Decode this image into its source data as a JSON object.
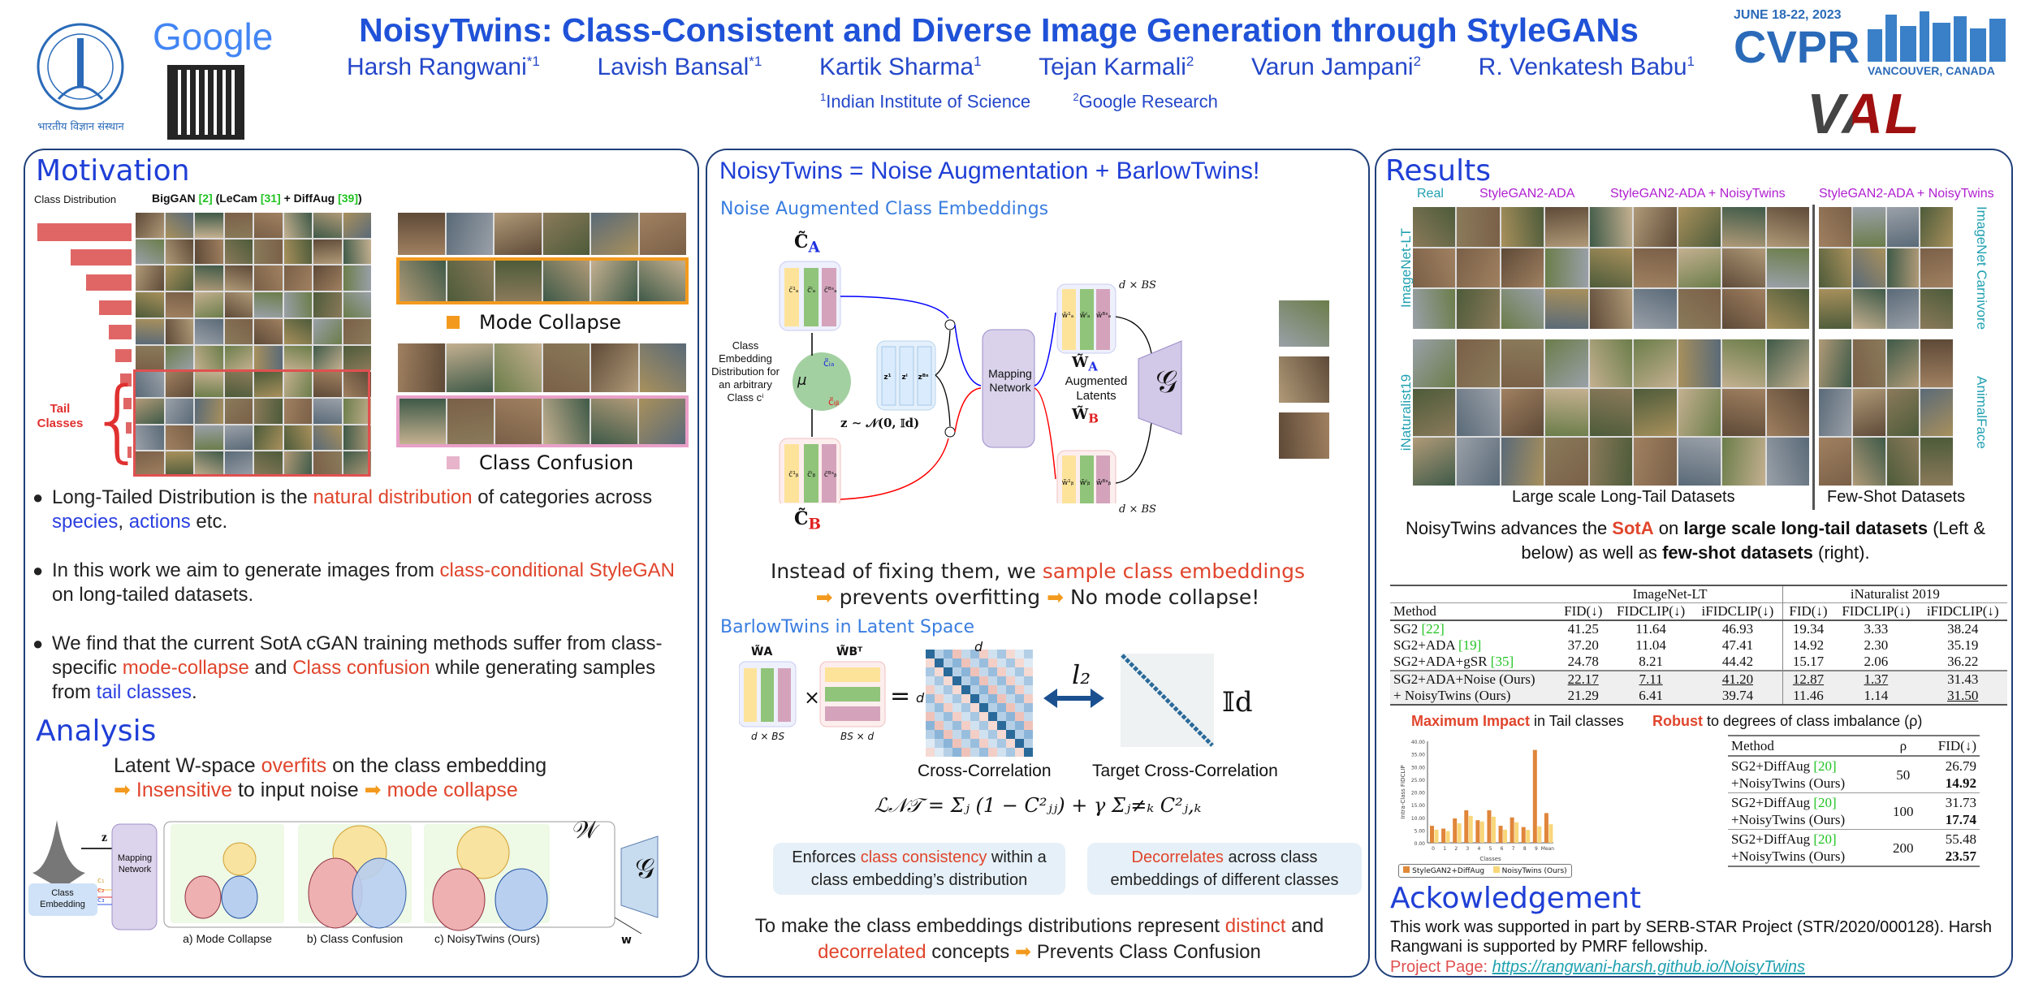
{
  "header": {
    "title": "NoisyTwins: Class-Consistent and Diverse Image Generation through StyleGANs",
    "authors": [
      {
        "name": "Harsh Rangwani",
        "sup": "*1"
      },
      {
        "name": "Lavish Bansal",
        "sup": "*1"
      },
      {
        "name": "Kartik Sharma",
        "sup": "1"
      },
      {
        "name": "Tejan Karmali",
        "sup": "2"
      },
      {
        "name": "Varun Jampani",
        "sup": "2"
      },
      {
        "name": "R. Venkatesh Babu",
        "sup": "1"
      }
    ],
    "affiliations": [
      {
        "sup": "1",
        "name": "Indian Institute of Science"
      },
      {
        "sup": "2",
        "name": "Google Research"
      }
    ],
    "logos": {
      "google": "Google",
      "iisc": "भारतीय विज्ञान संस्थान",
      "cvpr_dates": "JUNE 18-22, 2023",
      "cvpr": "CVPR",
      "cvpr_location": "VANCOUVER, CANADA",
      "val": "VAL"
    }
  },
  "motivation": {
    "heading": "Motivation",
    "class_distribution_label": "Class Distribution",
    "grid_caption": {
      "a": "BigGAN ",
      "c1": "[2]",
      "b": " (LeCam ",
      "c2": "[31]",
      "c": " + DiffAug ",
      "c3": "[39]",
      "d": ")"
    },
    "tail_classes": "Tail Classes",
    "mode_collapse": "Mode Collapse",
    "class_confusion": "Class Confusion",
    "bullets": [
      {
        "p1": "Long-Tailed Distribution is the ",
        "r1": "natural distribution",
        "p2": " of categories across ",
        "b1": "species",
        "p3": ", ",
        "b2": "actions",
        "p4": " etc."
      },
      {
        "p1": "In this work we aim to generate images from ",
        "r1": "class-conditional StyleGAN",
        "p2": " on long-tailed datasets."
      },
      {
        "p1": "We find that the current SotA cGAN training methods suffer from class-specific ",
        "r1": "mode-collapse",
        "p2": " and ",
        "r2": "Class confusion",
        "p3": " while generating samples from ",
        "b1": "tail classes",
        "p4": "."
      }
    ]
  },
  "analysis": {
    "heading": "Analysis",
    "line1": {
      "a": "Latent W-space ",
      "r": "overfits",
      "b": " on the class embedding"
    },
    "line2": {
      "r1": "Insensitive",
      "a": " to input noise ",
      "r2": "mode collapse"
    },
    "diagram": {
      "z": "z",
      "mapping": "Mapping Network",
      "class_embedding": "Class Embedding",
      "c1": "c₁",
      "c2": "c₂",
      "c3": "c₃",
      "w_space": "𝒲",
      "w": "w",
      "g": "𝒢",
      "captions": [
        "a) Mode Collapse",
        "b) Class Confusion",
        "c) NoisyTwins (Ours)"
      ]
    }
  },
  "method": {
    "heading": "NoisyTwins = Noise Augmentation + BarlowTwins!",
    "noise_sub": "Noise Augmented Class Embeddings",
    "diagram": {
      "ca": "C̃",
      "ca_sub": "A",
      "cb": "C̃",
      "cb_sub": "B",
      "dist_label": "Class Embedding Distribution for an arbitrary Class cⁱ",
      "mu": "μ",
      "ca_pt": "c̃ᵢₐ",
      "cb_pt": "c̃ᵢᵦ",
      "ca_cols": [
        "c̃¹ₐ",
        "c̃ⁱₐ",
        "c̃ᴮˢₐ"
      ],
      "cb_cols": [
        "c̃¹ᵦ",
        "c̃ⁱᵦ",
        "c̃ᴮˢᵦ"
      ],
      "z_cols": [
        "z¹",
        "zⁱ",
        "zᴮˢ"
      ],
      "z_dist": "z ∼ 𝒩(0, 𝕀d)",
      "mapping": "Mapping Network",
      "wa": "W̃",
      "wa_sub": "A",
      "wb": "W̃",
      "wb_sub": "B",
      "aug_latents": "Augmented Latents",
      "dxbs": "d × BS",
      "wa_cols": [
        "w̃¹ₐ",
        "w̃ⁱₐ",
        "w̃ᴮˢₐ"
      ],
      "wb_cols": [
        "w̃¹ᵦ",
        "w̃ⁱᵦ",
        "w̃ᴮˢᵦ"
      ],
      "g": "𝒢"
    },
    "line1": {
      "a": "Instead of fixing them, we ",
      "r": "sample class embeddings"
    },
    "line2": {
      "a": "prevents overfitting ",
      "b": "No mode collapse!"
    },
    "barlow_sub": "BarlowTwins in Latent Space",
    "barlow": {
      "wa": "W̃A",
      "wbT": "W̃Bᵀ",
      "times": "×",
      "eq": "=",
      "d": "d",
      "dxbs": "d × BS",
      "bsxd": "BS × d",
      "l2": "l₂",
      "identity": "𝕀d",
      "cross_corr": "Cross-Correlation",
      "target": "Target Cross-Correlation"
    },
    "loss": "ℒ𝒩𝒯 = Σⱼ (1 − C²ⱼⱼ) + γ Σⱼ≠ₖ C²ⱼ,ₖ",
    "box1": {
      "a": "Enforces ",
      "r": "class consistency",
      "b": " within a class embedding’s distribution"
    },
    "box2": {
      "r": "Decorrelates",
      "b": " across class embeddings of different classes"
    },
    "bottom": {
      "a": "To make the class embeddings distributions represent ",
      "r1": "distinct",
      "b": " and ",
      "r2": "decorrelated",
      "c": " concepts ",
      "d": "Prevents Class Confusion"
    }
  },
  "results": {
    "heading": "Results",
    "col_labels": [
      "Real",
      "StyleGAN2-ADA",
      "StyleGAN2-ADA + NoisyTwins",
      "StyleGAN2-ADA + NoisyTwins"
    ],
    "row_labels": [
      "ImageNet-LT",
      "iNaturalist19"
    ],
    "right_labels": [
      "ImageNet Carnivore",
      "AnimalFace"
    ],
    "large_caption": "Large scale Long-Tail Datasets",
    "fewshot_caption": "Few-Shot Datasets",
    "summary": {
      "a": "NoisyTwins advances the ",
      "r": "SotA",
      "b": " on ",
      "bold1": "large scale long-tail datasets",
      "c": " (Left & below) as well as ",
      "bold2": "few-shot datasets",
      "d": " (right)."
    },
    "table": {
      "groups": [
        "ImageNet-LT",
        "iNaturalist 2019"
      ],
      "columns": [
        "Method",
        "FID(↓)",
        "FIDCLIP(↓)",
        "iFIDCLIP(↓)",
        "FID(↓)",
        "FIDCLIP(↓)",
        "iFIDCLIP(↓)"
      ],
      "rows": [
        {
          "method": "SG2 ",
          "cite": "[22]",
          "values": [
            "41.25",
            "11.64",
            "46.93",
            "19.34",
            "3.33",
            "38.24"
          ]
        },
        {
          "method": "SG2+ADA ",
          "cite": "[19]",
          "values": [
            "37.20",
            "11.04",
            "47.41",
            "14.92",
            "2.30",
            "35.19"
          ]
        },
        {
          "method": "SG2+ADA+gSR ",
          "cite": "[35]",
          "values": [
            "24.78",
            "8.21",
            "44.42",
            "15.17",
            "2.06",
            "36.22"
          ]
        },
        {
          "method": "SG2+ADA+Noise (Ours)",
          "cite": "",
          "values": [
            "22.17",
            "7.11",
            "41.20",
            "12.87",
            "1.37",
            "31.43"
          ]
        },
        {
          "method": "+ NoisyTwins (Ours)",
          "cite": "",
          "values": [
            "21.29",
            "6.41",
            "39.74",
            "11.46",
            "1.14",
            "31.50"
          ]
        }
      ]
    },
    "impact_title": {
      "r": "Maximum Impact",
      "a": " in Tail classes"
    },
    "robust_title": {
      "r": "Robust",
      "a": " to degrees of class imbalance (ρ)"
    },
    "robust_table": {
      "columns": [
        "Method",
        "ρ",
        "FID(↓)"
      ],
      "rows": [
        {
          "m1": "SG2+DiffAug ",
          "cite": "[20]",
          "m2": "+NoisyTwins (Ours)",
          "rho": "50",
          "v1": "26.79",
          "v2": "14.92"
        },
        {
          "m1": "SG2+DiffAug ",
          "cite": "[20]",
          "m2": "+NoisyTwins (Ours)",
          "rho": "100",
          "v1": "31.73",
          "v2": "17.74"
        },
        {
          "m1": "SG2+DiffAug ",
          "cite": "[20]",
          "m2": "+NoisyTwins (Ours)",
          "rho": "200",
          "v1": "55.48",
          "v2": "23.57"
        }
      ]
    }
  },
  "ack": {
    "heading": "Ackowledgement",
    "text": "This work was supported in part by SERB-STAR Project (STR/2020/000128). Harsh Rangwani is supported by PMRF fellowship.",
    "project_label": "Project Page: ",
    "project_link": "https://rangwani-harsh.github.io/NoisyTwins"
  },
  "chart_data": {
    "type": "bar",
    "title": "",
    "xlabel": "Classes",
    "ylabel": "Intra-Class FIDCLIP",
    "categories": [
      "0",
      "1",
      "2",
      "3",
      "4",
      "5",
      "6",
      "7",
      "8",
      "9",
      "Mean"
    ],
    "series": [
      {
        "name": "StyleGAN2+DiffAug",
        "color": "#e0853a",
        "values": [
          6.7,
          5.6,
          9.6,
          12.8,
          8.9,
          12.8,
          6.7,
          10.0,
          6.2,
          36.6,
          11.7
        ]
      },
      {
        "name": "NoisyTwins (Ours)",
        "color": "#f8d77a",
        "values": [
          5.2,
          4.6,
          7.7,
          10.6,
          8.4,
          10.3,
          5.2,
          8.1,
          5.1,
          6.5,
          7.3
        ]
      }
    ],
    "yticks": [
      "0.00",
      "5.00",
      "10.00",
      "15.00",
      "20.00",
      "25.00",
      "30.00",
      "35.00",
      "40.00"
    ],
    "ylim": [
      0,
      40
    ],
    "legend": "bottom",
    "grid": false
  },
  "colors": {
    "heading": "#1f3fd6",
    "accent_red": "#e0452c",
    "accent_blue": "#2a3fe0",
    "panel_border": "#1f3f7a",
    "orange_arrow": "#f39a1e"
  }
}
